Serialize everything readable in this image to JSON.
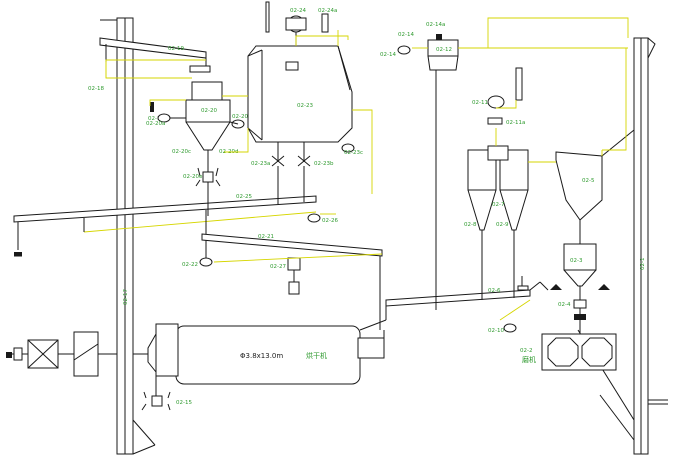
{
  "diagram": {
    "labels": {
      "elevator_left": "02-17",
      "elevator_right": "02-1",
      "conveyor_top_left": "02-19",
      "bucket_feed": "02-18",
      "valve_top_left": "02-16",
      "cyclone_left_a": "02-20",
      "cyclone_left_b": "02-20a",
      "cyclone_left_c": "02-20b",
      "cyclone_left_d": "02-20c",
      "cyclone_left_e": "02-20d",
      "feeder_left": "02-20e",
      "bag_filter": "02-23",
      "bag_filter_a": "02-23a",
      "bag_filter_b": "02-23b",
      "bag_filter_c": "02-23c",
      "fan_top": "02-24",
      "fan_top_a": "02-24a",
      "screw_long": "02-25",
      "fan_mid": "02-26",
      "screw_mid": "02-21",
      "fan_small_mid": "02-22",
      "hoist_mid": "02-27",
      "valve_bottom_left": "02-14",
      "filter_top_right": "02-12",
      "fan_top_right": "02-14",
      "stack_fan": "02-14a",
      "fan_right": "02-11",
      "valve_right": "02-11a",
      "cyclone_right_a": "02-7",
      "cyclone_right_b": "02-8",
      "cyclone_right_c": "02-9",
      "separator": "02-5",
      "hopper": "02-3",
      "feeder_right": "02-4",
      "crusher_box": "02-2",
      "screw_right": "02-6",
      "fan_bottom_right": "02-10",
      "elevator_chute": "02-1",
      "dryer_label": "Φ3.8x13.0m",
      "dryer_tag": "烘干机",
      "mill_tag": "磨机",
      "burner_valve": "02-15"
    }
  }
}
